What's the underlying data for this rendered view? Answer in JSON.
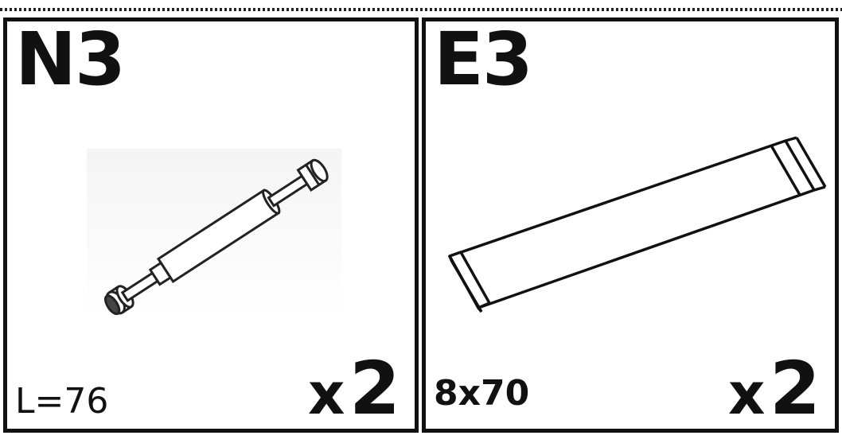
{
  "panels": [
    {
      "code": "N3",
      "dimension": "L=76",
      "quantity_prefix": "x",
      "quantity_value": "2",
      "icon": "dowel-pin-icon"
    },
    {
      "code": "E3",
      "dimension": "8x70",
      "quantity_prefix": "x",
      "quantity_value": "2",
      "icon": "wooden-dowel-icon"
    }
  ]
}
